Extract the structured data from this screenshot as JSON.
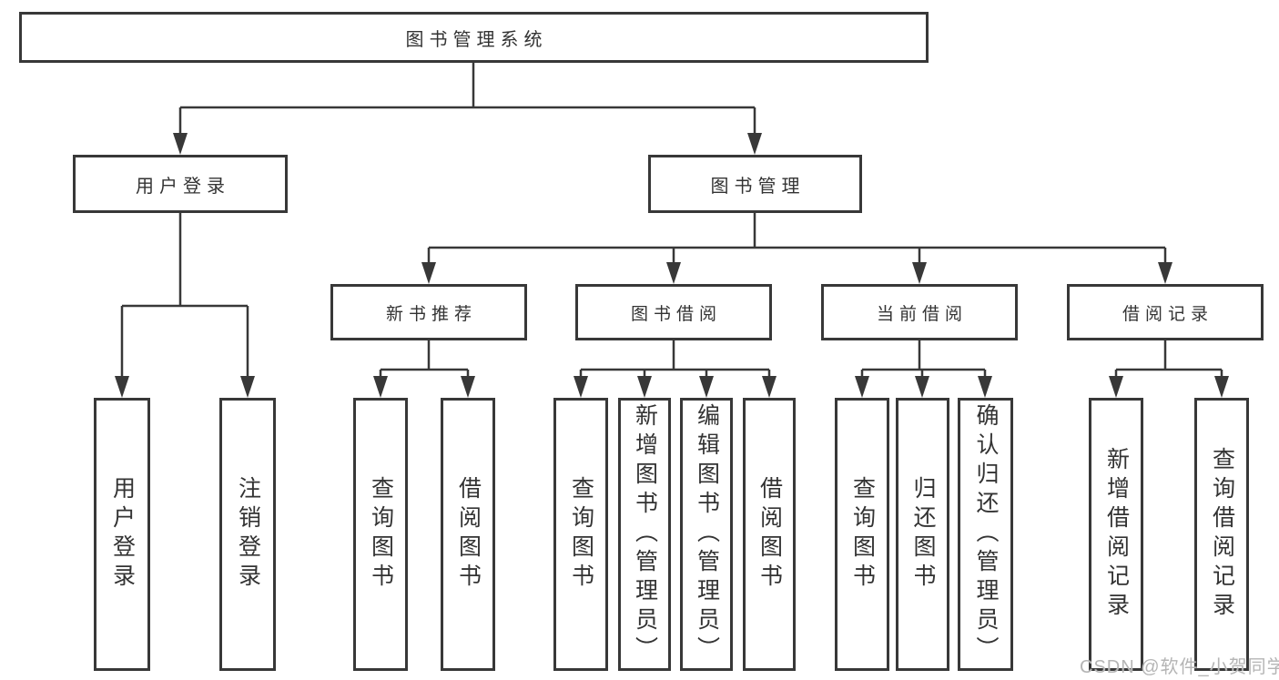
{
  "colors": {
    "background": "#ffffff",
    "box_border": "#383838",
    "connector_line": "#383838",
    "text": "#333333",
    "watermark": "#b5b5b5"
  },
  "watermark": "CSDN @软件_小贺同学",
  "tree": {
    "root": {
      "label": "图书管理系统"
    },
    "branches": [
      {
        "label": "用户登录",
        "children": [
          {
            "label": "用户登录"
          },
          {
            "label": "注销登录"
          }
        ]
      },
      {
        "label": "图书管理",
        "children": [
          {
            "label": "新书推荐",
            "children": [
              {
                "label": "查询图书"
              },
              {
                "label": "借阅图书"
              }
            ]
          },
          {
            "label": "图书借阅",
            "children": [
              {
                "label": "查询图书"
              },
              {
                "label": "新增图书（管理员）"
              },
              {
                "label": "编辑图书（管理员）"
              },
              {
                "label": "借阅图书"
              }
            ]
          },
          {
            "label": "当前借阅",
            "children": [
              {
                "label": "查询图书"
              },
              {
                "label": "归还图书"
              },
              {
                "label": "确认归还（管理员）"
              }
            ]
          },
          {
            "label": "借阅记录",
            "children": [
              {
                "label": "新增借阅记录"
              },
              {
                "label": "查询借阅记录"
              }
            ]
          }
        ]
      }
    ]
  }
}
